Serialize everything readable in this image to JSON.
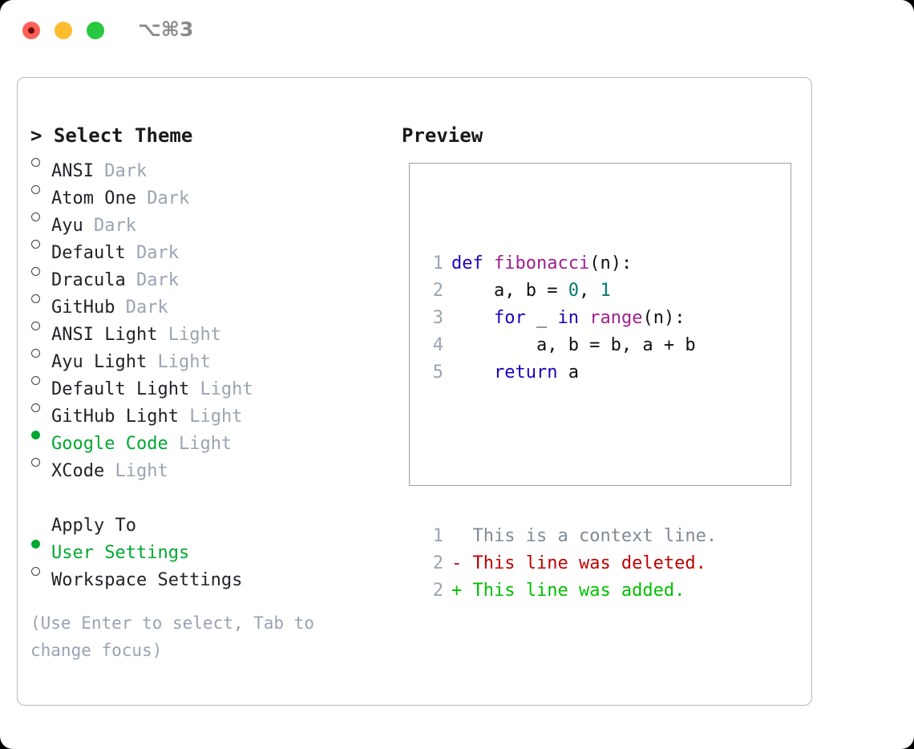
{
  "window": {
    "shortcut": "⌥⌘3",
    "traffic_lights": [
      {
        "name": "close",
        "color": "#ff5f57"
      },
      {
        "name": "minimize",
        "color": "#febc2e"
      },
      {
        "name": "zoom",
        "color": "#28c840"
      }
    ]
  },
  "theme_picker": {
    "heading": "> Select Theme",
    "items": [
      {
        "label": "ANSI",
        "variant": "Dark",
        "selected": false
      },
      {
        "label": "Atom One",
        "variant": "Dark",
        "selected": false
      },
      {
        "label": "Ayu",
        "variant": "Dark",
        "selected": false
      },
      {
        "label": "Default",
        "variant": "Dark",
        "selected": false
      },
      {
        "label": "Dracula",
        "variant": "Dark",
        "selected": false
      },
      {
        "label": "GitHub",
        "variant": "Dark",
        "selected": false
      },
      {
        "label": "ANSI Light",
        "variant": "Light",
        "selected": false
      },
      {
        "label": "Ayu Light",
        "variant": "Light",
        "selected": false
      },
      {
        "label": "Default Light",
        "variant": "Light",
        "selected": false
      },
      {
        "label": "GitHub Light",
        "variant": "Light",
        "selected": false
      },
      {
        "label": "Google Code",
        "variant": "Light",
        "selected": true
      },
      {
        "label": "XCode",
        "variant": "Light",
        "selected": false
      }
    ]
  },
  "apply_to": {
    "heading": "Apply To",
    "items": [
      {
        "label": "User Settings",
        "selected": true
      },
      {
        "label": "Workspace Settings",
        "selected": false
      }
    ]
  },
  "hint": "(Use Enter to select, Tab to change focus)",
  "preview": {
    "heading": "Preview",
    "code_lines": [
      {
        "no": "1",
        "tokens": [
          {
            "t": "def ",
            "c": "kw"
          },
          {
            "t": "fibonacci",
            "c": "fn"
          },
          {
            "t": "(n):",
            "c": "plain"
          }
        ]
      },
      {
        "no": "2",
        "tokens": [
          {
            "t": "    a, b = ",
            "c": "plain"
          },
          {
            "t": "0",
            "c": "num"
          },
          {
            "t": ", ",
            "c": "plain"
          },
          {
            "t": "1",
            "c": "num"
          }
        ]
      },
      {
        "no": "3",
        "tokens": [
          {
            "t": "    ",
            "c": "plain"
          },
          {
            "t": "for",
            "c": "kw"
          },
          {
            "t": " _ ",
            "c": "plain"
          },
          {
            "t": "in",
            "c": "kw"
          },
          {
            "t": " ",
            "c": "plain"
          },
          {
            "t": "range",
            "c": "fn"
          },
          {
            "t": "(n):",
            "c": "plain"
          }
        ]
      },
      {
        "no": "4",
        "tokens": [
          {
            "t": "        a, b = b, a + b",
            "c": "plain"
          }
        ]
      },
      {
        "no": "5",
        "tokens": [
          {
            "t": "    ",
            "c": "plain"
          },
          {
            "t": "return",
            "c": "kw"
          },
          {
            "t": " a",
            "c": "plain"
          }
        ]
      }
    ],
    "diff_lines": [
      {
        "no": "1",
        "marker": "  ",
        "text": "This is a context line.",
        "kind": "ctx"
      },
      {
        "no": "2",
        "marker": "- ",
        "text": "This line was deleted.",
        "kind": "del"
      },
      {
        "no": "2",
        "marker": "+ ",
        "text": "This line was added.",
        "kind": "add"
      }
    ]
  },
  "colors": {
    "accent_green": "#00a832",
    "muted": "#9aa4b2",
    "hint": "#98a2b3",
    "border": "#b3bbc7",
    "preview_border": "#97a2b0",
    "keyword": "#2000c0",
    "function": "#a0208e",
    "number": "#00786e",
    "plain": "#111111",
    "diff_add": "#00c000",
    "diff_del": "#c00000",
    "diff_ctx": "#808a96"
  }
}
